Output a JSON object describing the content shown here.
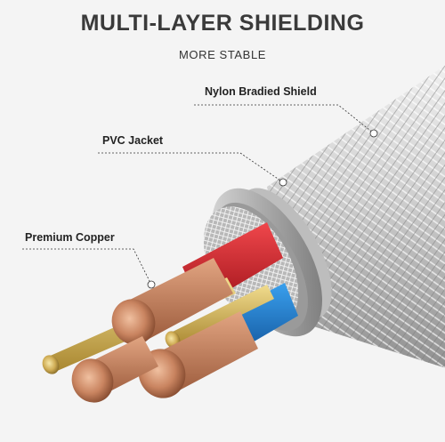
{
  "header": {
    "title": "MULTI-LAYER SHIELDING",
    "subtitle": "MORE STABLE"
  },
  "callouts": {
    "nylon": "Nylon Bradied Shield",
    "pvc": "PVC Jacket",
    "copper": "Premium Copper"
  },
  "colors": {
    "background": "#f4f4f4",
    "title": "#3a3a3a",
    "red_wire": "#d9232a",
    "blue_wire": "#1f7fd0",
    "copper": "#c9865d",
    "gold": "#c9a84a",
    "braid": "#c8c8c8"
  }
}
